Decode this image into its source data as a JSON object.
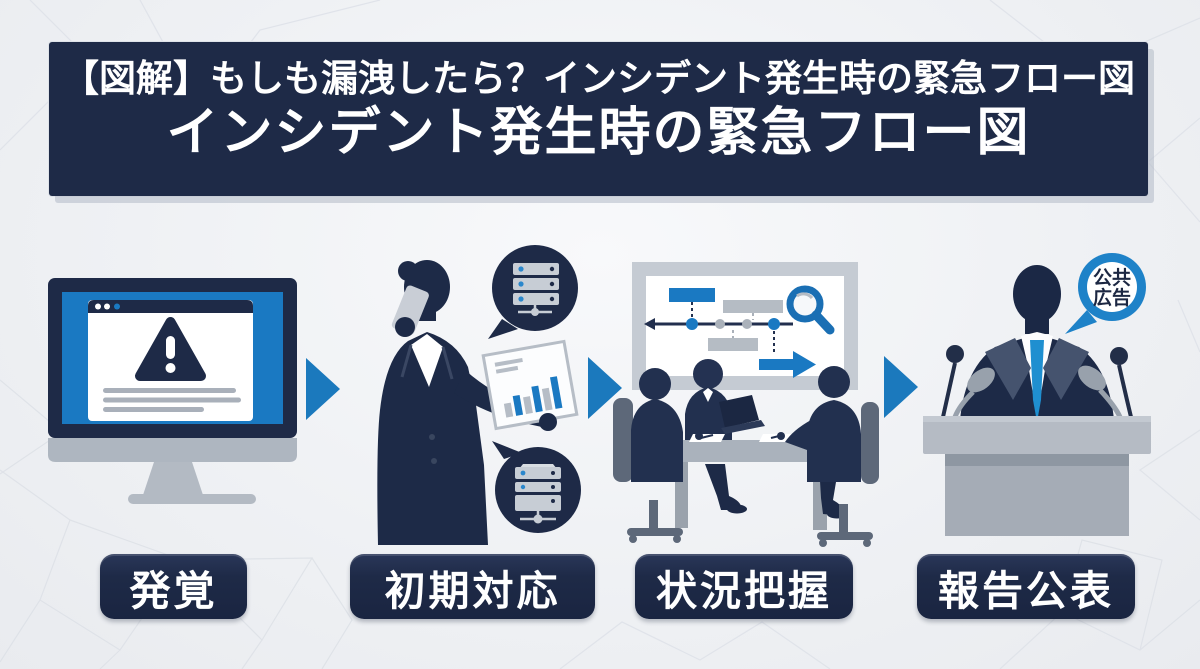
{
  "header": {
    "supertitle": "【図解】もしも漏洩したら？インシデント発生時の緊急フロー図",
    "title": "インシデント発生時の緊急フロー図"
  },
  "flow": {
    "steps": [
      {
        "id": "detection",
        "label": "発覚",
        "icon": "monitor-alert-icon"
      },
      {
        "id": "initial-response",
        "label": "初期対応",
        "icon": "person-phone-servers-icon"
      },
      {
        "id": "situation-assessment",
        "label": "状況把握",
        "icon": "meeting-whiteboard-icon"
      },
      {
        "id": "report-announcement",
        "label": "報告公表",
        "icon": "press-conference-icon"
      }
    ],
    "arrow_icon": "arrow-right-icon"
  },
  "press_conference": {
    "speech_bubble": {
      "line1": "公共",
      "line2": "広告"
    }
  },
  "colors": {
    "navy": "#1e2a47",
    "silhouette_navy": "#1d2a47",
    "accent_blue": "#1a79c2",
    "arrow_blue": "#1b79bd",
    "bubble_ring_blue": "#1e82c8",
    "gray": "#aab2bc",
    "background": "#eff1f4"
  }
}
